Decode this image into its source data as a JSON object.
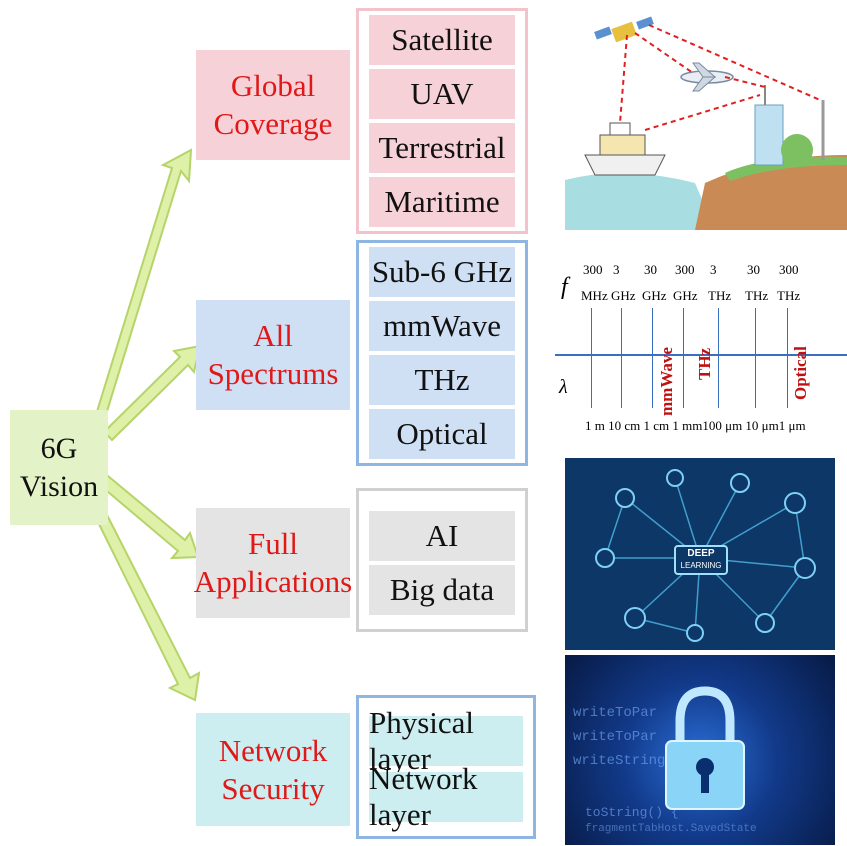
{
  "root": {
    "line1": "6G",
    "line2": "Vision"
  },
  "categories": [
    {
      "line1": "Global",
      "line2": "Coverage",
      "items": [
        "Satellite",
        "UAV",
        "Terrestrial",
        "Maritime"
      ]
    },
    {
      "line1": "All",
      "line2": "Spectrums",
      "items": [
        "Sub-6 GHz",
        "mmWave",
        "THz",
        "Optical"
      ]
    },
    {
      "line1": "Full",
      "line2": "Applications",
      "items": [
        "AI",
        "Big data"
      ]
    },
    {
      "line1": "Network",
      "line2": "Security",
      "items": [
        "Physical layer",
        "Network layer"
      ]
    }
  ],
  "spectrum": {
    "f_symbol": "f",
    "lambda_symbol": "λ",
    "freq_numbers": [
      "300",
      "3",
      "30",
      "300",
      "3",
      "30",
      "300"
    ],
    "freq_units": [
      "MHz",
      "GHz",
      "GHz",
      "GHz",
      "THz",
      "THz",
      "THz"
    ],
    "band_labels": [
      "mmWave",
      "THz",
      "Optical"
    ],
    "wavelength_row": "1 m 10 cm 1 cm 1 mm100 μm 10 μm1 μm"
  },
  "deep_learning": {
    "badge_line1": "DEEP",
    "badge_line2": "LEARNING"
  },
  "code_snippets": [
    "writeToPar",
    "writeToPar",
    "writeString(",
    "toString() {",
    "fragmentTabHost.SavedState"
  ],
  "colors": {
    "category_text": "#e01818",
    "root_fill": "#e4f2c8",
    "arrow_fill": "#dff0a8",
    "arrow_stroke": "#b5d46a",
    "pink": "#f6d2d8",
    "blue": "#cfe0f5",
    "gray": "#e4e4e4",
    "cyan": "#cdeef0"
  }
}
